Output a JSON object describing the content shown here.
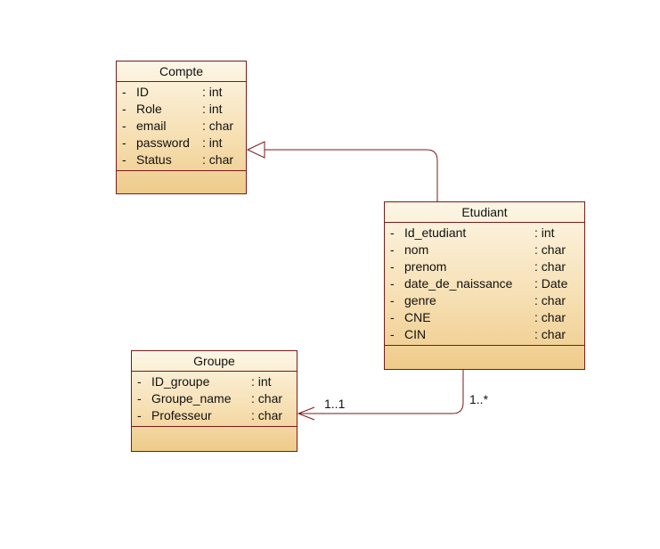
{
  "classes": {
    "compte": {
      "name": "Compte",
      "attributes": [
        {
          "vis": "-",
          "name": "ID",
          "type": ": int"
        },
        {
          "vis": "-",
          "name": "Role",
          "type": ": int"
        },
        {
          "vis": "-",
          "name": "email",
          "type": ": char"
        },
        {
          "vis": "-",
          "name": "password",
          "type": ": int"
        },
        {
          "vis": "-",
          "name": "Status",
          "type": ": char"
        }
      ]
    },
    "etudiant": {
      "name": "Etudiant",
      "attributes": [
        {
          "vis": "-",
          "name": "Id_etudiant",
          "type": ": int"
        },
        {
          "vis": "-",
          "name": "nom",
          "type": ": char"
        },
        {
          "vis": "-",
          "name": "prenom",
          "type": ": char"
        },
        {
          "vis": "-",
          "name": "date_de_naissance",
          "type": ": Date"
        },
        {
          "vis": "-",
          "name": "genre",
          "type": ": char"
        },
        {
          "vis": "-",
          "name": "CNE",
          "type": ": char"
        },
        {
          "vis": "-",
          "name": "CIN",
          "type": ": char"
        }
      ]
    },
    "groupe": {
      "name": "Groupe",
      "attributes": [
        {
          "vis": "-",
          "name": "ID_groupe",
          "type": ": int"
        },
        {
          "vis": "-",
          "name": "Groupe_name",
          "type": ": char"
        },
        {
          "vis": "-",
          "name": "Professeur",
          "type": ": char"
        }
      ]
    }
  },
  "associations": {
    "etudiant_groupe": {
      "groupe_multiplicity": "1..1",
      "etudiant_multiplicity": "1..*"
    }
  },
  "colors": {
    "border": "#7a1a1a",
    "fill_top": "#fdf6e6",
    "fill_bottom": "#eecb8a"
  }
}
